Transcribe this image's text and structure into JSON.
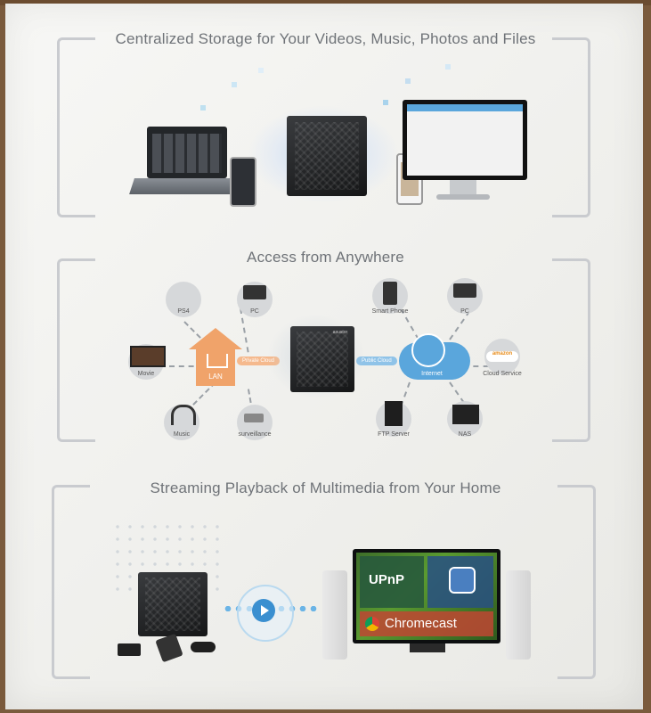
{
  "sections": {
    "storage": {
      "title": "Centralized Storage for Your Videos, Music, Photos and Files"
    },
    "access": {
      "title": "Access from Anywhere",
      "nodes": {
        "ps4": "PS4",
        "pc_left": "PC",
        "movie": "Movie",
        "music": "Music",
        "surveillance": "surveillance",
        "lan": "LAN",
        "private_cloud": "Private Cloud",
        "public_cloud": "Public Cloud",
        "internet": "Internet",
        "smart_phone": "Smart Phone",
        "pc_right": "PC",
        "cloud_service": "Cloud Service",
        "amazon": "amazon",
        "ftp_server": "FTP Server",
        "nas": "NAS",
        "brand": "asustor"
      }
    },
    "streaming": {
      "title": "Streaming Playback of Multimedia from Your Home",
      "upnp": "UPnP",
      "chromecast": "Chromecast"
    }
  },
  "colors": {
    "orange": "#f0a36a",
    "blue": "#5aa6dc",
    "bracket": "#c9cbcf",
    "title": "#6f7378"
  }
}
